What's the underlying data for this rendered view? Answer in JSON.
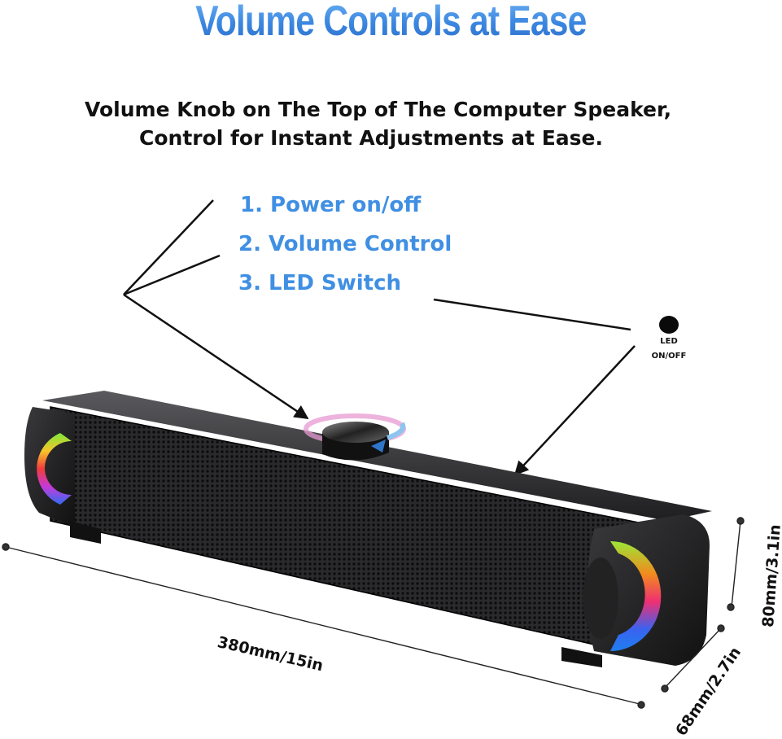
{
  "header": {
    "title": "Volume Controls at Ease",
    "subtitle_line1": "Volume Knob on The Top of The Computer Speaker,",
    "subtitle_line2": "Control for Instant Adjustments at Ease."
  },
  "features": [
    {
      "label": "1. Power on/off"
    },
    {
      "label": "2. Volume Control"
    },
    {
      "label": "3. LED Switch"
    }
  ],
  "led_button": {
    "label_line1": "LED",
    "label_line2": "ON/OFF"
  },
  "dimensions": {
    "length": "380mm/15in",
    "depth": "68mm/2.7in",
    "height": "80mm/3.1in"
  },
  "colors": {
    "title_blue": "#3d8ee6",
    "feature_blue": "#3f8fe3",
    "speaker_body": "#1c1c1e",
    "text_dark": "#111111"
  }
}
